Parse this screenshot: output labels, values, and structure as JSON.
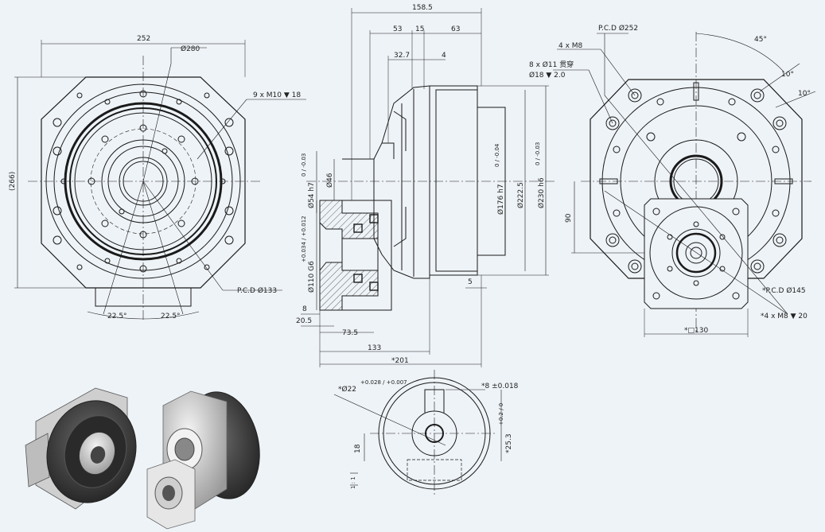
{
  "colors": {
    "background": "#eef3f7",
    "line": "#1a1a1a",
    "center_line": "#333333",
    "hatch": "#444444",
    "render_light": "#d8d8d8",
    "render_dark": "#3a3a3a"
  },
  "front_view": {
    "width": "252",
    "height": "(266)",
    "outer_diameter": "Ø280",
    "thread_holes": "9 x M10 ▼ 18",
    "pcd": "P.C.D Ø133",
    "angle_left": "22.5°",
    "angle_right": "22.5°"
  },
  "side_view": {
    "total_top": "158.5",
    "seg_53": "53",
    "seg_15": "15",
    "seg_63": "63",
    "seg_32_7": "32.7",
    "seg_4": "4",
    "dia_54": "Ø54 h7",
    "tol_54": "0 / -0.03",
    "dia_46": "Ø46",
    "dia_110": "Ø110 G6",
    "tol_110": "+0.034 / +0.012",
    "dia_176": "Ø176 h7",
    "tol_176": "0 / -0.04",
    "dia_222": "Ø222.5",
    "dia_230": "Ø230 h6",
    "tol_230": "0 / -0.03",
    "d_5": "5",
    "d_8": "8",
    "d_20_5": "20.5",
    "d_73_5": "73.5",
    "d_133": "133",
    "d_201": "*201"
  },
  "right_view": {
    "pcd_252": "P.C.D Ø252",
    "holes_m8": "4 x M8",
    "holes_11": "8 x Ø11 贯穿",
    "holes_18": "Ø18 ▼ 2.0",
    "angle_45": "45°",
    "angle_10a": "10°",
    "angle_10b": "10°",
    "d_90": "90",
    "pcd_145": "*P.C.D Ø145",
    "holes_m8_20": "*4 x M8 ▼ 20",
    "square_130": "*□130"
  },
  "shaft_view": {
    "dia_22": "*Ø22",
    "tol_22": "+0.028 / +0.007",
    "key_8": "*8 ±0.018",
    "d_25_3": "*25.3",
    "tol_25_3": "+0.2 / 0",
    "d_18": "18",
    "ratio": "1 : 1"
  }
}
